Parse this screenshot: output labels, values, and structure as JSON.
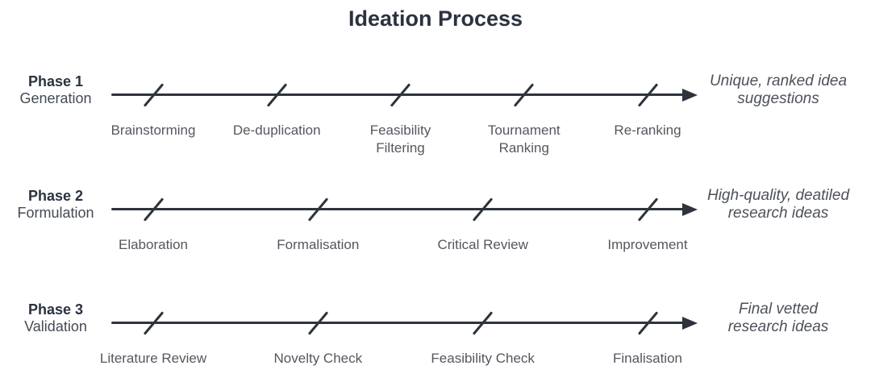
{
  "title": "Ideation Process",
  "colors": {
    "ink": "#2b3240",
    "line": "#2e333d",
    "step_label": "#54575e",
    "outcome_text": "#4d5159",
    "subtitle": "#454a53",
    "background": "#ffffff"
  },
  "phases": [
    {
      "name": "Phase 1",
      "subtitle": "Generation",
      "steps": [
        "Brainstorming",
        "De-duplication",
        "Feasibility\nFiltering",
        "Tournament\nRanking",
        "Re-ranking"
      ],
      "outcome": "Unique, ranked idea\nsuggestions"
    },
    {
      "name": "Phase 2",
      "subtitle": "Formulation",
      "steps": [
        "Elaboration",
        "Formalisation",
        "Critical Review",
        "Improvement"
      ],
      "outcome": "High-quality, deatiled\nresearch ideas"
    },
    {
      "name": "Phase 3",
      "subtitle": "Validation",
      "steps": [
        "Literature Review",
        "Novelty Check",
        "Feasibility Check",
        "Finalisation"
      ],
      "outcome": "Final vetted\nresearch ideas"
    }
  ]
}
